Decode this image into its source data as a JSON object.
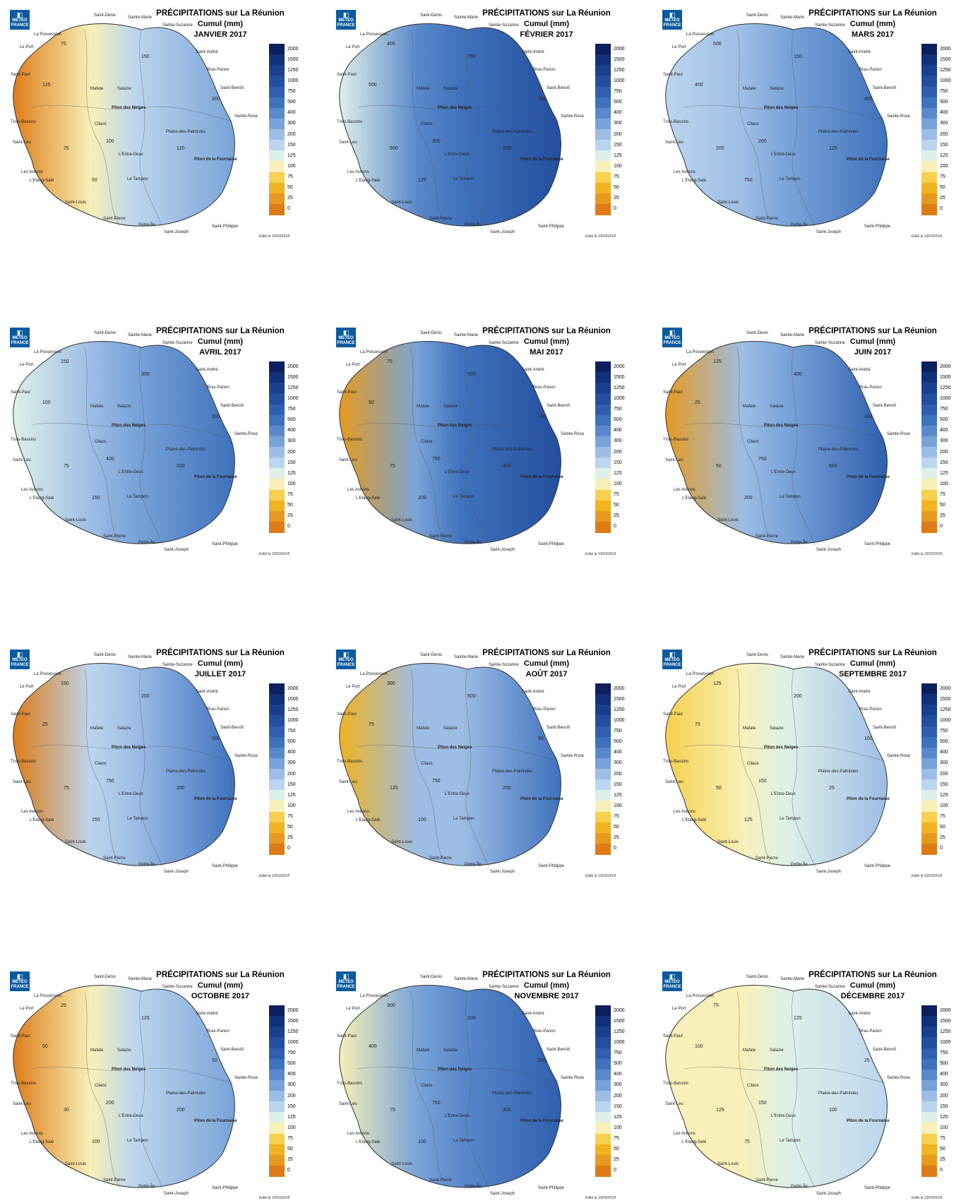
{
  "title_line1": "PRÉCIPITATIONS sur La Réunion",
  "title_line2": "Cumul (mm)",
  "logo_text": [
    "METEO",
    "FRANCE"
  ],
  "legend": {
    "ticks": [
      "2000",
      "1500",
      "1250",
      "1000",
      "750",
      "500",
      "400",
      "300",
      "200",
      "150",
      "125",
      "100",
      "75",
      "50",
      "25",
      "0"
    ],
    "colors": [
      "#0d1f5c",
      "#12307a",
      "#1a3f8d",
      "#244f9e",
      "#2f5fae",
      "#3f72bc",
      "#5a89cb",
      "#79a3d8",
      "#9dbde6",
      "#bcd5ee",
      "#dff0e8",
      "#f7f0b8",
      "#f6d04e",
      "#f0b321",
      "#e69a1f",
      "#dd7c17"
    ]
  },
  "edited": "Edité le 23/03/2018",
  "cities": [
    {
      "name": "Saint-Denis"
    },
    {
      "name": "Sainte-Marie"
    },
    {
      "name": "Sainte-Suzanne"
    },
    {
      "name": "La Possession"
    },
    {
      "name": "Le Port"
    },
    {
      "name": "Saint-André"
    },
    {
      "name": "Bras-Panon"
    },
    {
      "name": "Saint-Paul"
    },
    {
      "name": "Saint-Benoît"
    },
    {
      "name": "Mafate"
    },
    {
      "name": "Salazie"
    },
    {
      "name": "Piton des Neiges"
    },
    {
      "name": "Trois-Bassins"
    },
    {
      "name": "Sainte-Rose"
    },
    {
      "name": "Cilaos"
    },
    {
      "name": "Plaine-des-Palmistes"
    },
    {
      "name": "Saint-Leu"
    },
    {
      "name": "L'Entre-Deux"
    },
    {
      "name": "Piton de la Fournaise"
    },
    {
      "name": "Les Avirons"
    },
    {
      "name": "L'Etang-Salé"
    },
    {
      "name": "Le Tampon"
    },
    {
      "name": "Saint-Louis"
    },
    {
      "name": "Saint-Pierre"
    },
    {
      "name": "Petite-Île"
    },
    {
      "name": "Saint-Joseph"
    },
    {
      "name": "Saint-Philippe"
    }
  ],
  "months": [
    {
      "label": "JANVIER 2017",
      "west": 8,
      "east": 300,
      "isos": [
        "75",
        "125",
        "150",
        "100",
        "50",
        "25",
        "120",
        "200"
      ]
    },
    {
      "label": "FÉVRIER 2017",
      "west": 125,
      "east": 1000,
      "isos": [
        "400",
        "500",
        "750",
        "300",
        "125",
        "500",
        "200",
        "150"
      ]
    },
    {
      "label": "MARS 2017",
      "west": 150,
      "east": 500,
      "isos": [
        "500",
        "400",
        "150",
        "200",
        "750",
        "200",
        "125",
        "400"
      ]
    },
    {
      "label": "AVRIL 2017",
      "west": 125,
      "east": 500,
      "isos": [
        "150",
        "100",
        "300",
        "400",
        "150",
        "75",
        "200",
        "300"
      ]
    },
    {
      "label": "MAI 2017",
      "west": 40,
      "east": 1000,
      "isos": [
        "75",
        "50",
        "500",
        "750",
        "200",
        "75",
        "400",
        "750"
      ]
    },
    {
      "label": "JUIN 2017",
      "west": 25,
      "east": 750,
      "isos": [
        "125",
        "25",
        "400",
        "750",
        "200",
        "50",
        "500",
        "300"
      ]
    },
    {
      "label": "JUILLET 2017",
      "west": 20,
      "east": 500,
      "isos": [
        "150",
        "25",
        "200",
        "750",
        "150",
        "75",
        "300",
        "500"
      ]
    },
    {
      "label": "AOÛT 2017",
      "west": 50,
      "east": 500,
      "isos": [
        "300",
        "75",
        "500",
        "750",
        "100",
        "125",
        "200",
        "50"
      ]
    },
    {
      "label": "SEPTEMBRE 2017",
      "west": 75,
      "east": 200,
      "isos": [
        "125",
        "75",
        "200",
        "150",
        "125",
        "50",
        "25",
        "100"
      ]
    },
    {
      "label": "OCTOBRE 2017",
      "west": 20,
      "east": 300,
      "isos": [
        "25",
        "50",
        "120",
        "200",
        "100",
        "30",
        "200",
        "50"
      ]
    },
    {
      "label": "NOVEMBRE 2017",
      "west": 100,
      "east": 750,
      "isos": [
        "300",
        "400",
        "200",
        "750",
        "100",
        "75",
        "300",
        "200"
      ]
    },
    {
      "label": "DÉCEMBRE 2017",
      "west": 100,
      "east": 150,
      "isos": [
        "75",
        "100",
        "125",
        "150",
        "75",
        "125",
        "100",
        "25"
      ]
    }
  ]
}
